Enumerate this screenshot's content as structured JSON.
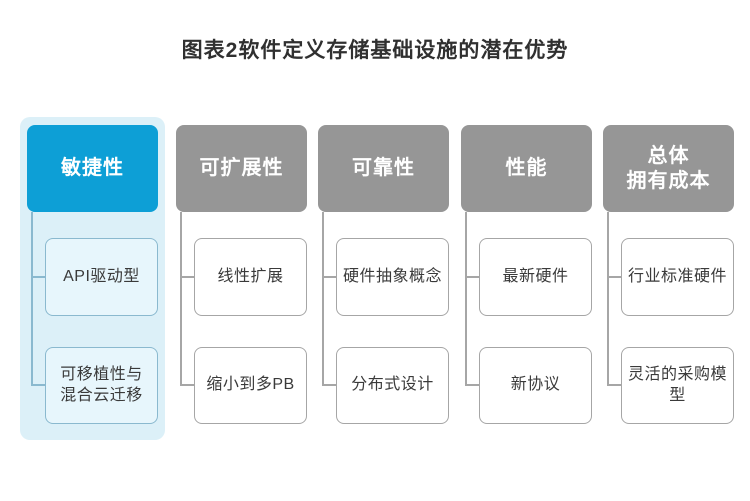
{
  "title": "图表2软件定义存储基础设施的潜在优势",
  "colors": {
    "accent_blue": "#0d9fd6",
    "highlight_panel_blue": "#dcf0f8",
    "header_gray": "#969696",
    "connector_blue": "#8ab9cf",
    "connector_gray": "#a6a6a6",
    "text_dark": "#3a3a3a"
  },
  "columns": [
    {
      "header": "敏捷性",
      "highlighted": true,
      "items": [
        "API驱动型",
        "可移植性与\n混合云迁移"
      ]
    },
    {
      "header": "可扩展性",
      "highlighted": false,
      "items": [
        "线性扩展",
        "缩小到多PB"
      ]
    },
    {
      "header": "可靠性",
      "highlighted": false,
      "items": [
        "硬件抽象概念",
        "分布式设计"
      ]
    },
    {
      "header": "性能",
      "highlighted": false,
      "items": [
        "最新硬件",
        "新协议"
      ]
    },
    {
      "header": "总体\n拥有成本",
      "highlighted": false,
      "items": [
        "行业标准硬件",
        "灵活的采购模型"
      ]
    }
  ]
}
